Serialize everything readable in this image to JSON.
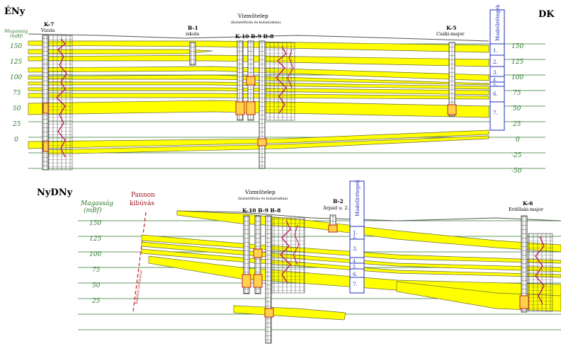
{
  "top": {
    "left_dir": "ÉNy",
    "right_dir": "DK",
    "y_title_1": "Magasság",
    "y_title_2": "(mBf)",
    "left_ticks": [
      "150",
      "125",
      "100",
      "75",
      "50",
      "25",
      "0"
    ],
    "right_ticks": [
      "150",
      "125",
      "100",
      "75",
      "50",
      "25",
      "0",
      "-25",
      "-50"
    ],
    "wells": {
      "k7": {
        "name": "K-7",
        "sub": "Vizsla"
      },
      "b1": {
        "name": "B-1",
        "sub": "iskola"
      },
      "waterworks": {
        "title": "Vízműtelep",
        "sub": "(kutatófúrás és kutatóakna)",
        "names": "K-10 B-9 B-8"
      },
      "k5": {
        "name": "K-5",
        "sub": "Csáki-major"
      }
    },
    "model_header": "Modellrétegek",
    "model_layers": [
      "1.",
      "2.",
      "3.",
      "4.",
      "5.",
      "6.",
      "7."
    ]
  },
  "bottom": {
    "left_dir": "NyDNy",
    "y_title_1": "Magasság",
    "y_title_2": "(mBf)",
    "ticks": [
      "150",
      "125",
      "100",
      "75",
      "50",
      "25"
    ],
    "pannon": [
      "Pannon",
      "kibúvás"
    ],
    "fault_label": "Kelebiai törésvonal",
    "wells": {
      "waterworks": {
        "title": "Vízműtelep",
        "sub": "(kutatófúrás és kutatóakna)",
        "names": "K-10 B-9 B-8"
      },
      "b2": {
        "name": "B-2",
        "sub": "Árpád u. 2."
      },
      "k6": {
        "name": "K-6",
        "sub": "Erdőlaki-major"
      }
    },
    "model_header": "Modellrétegek",
    "model_layers": [
      "1.",
      "2.",
      "3.",
      "4.",
      "5.",
      "6.",
      "7."
    ]
  },
  "colors": {
    "sand": "#ffff00",
    "sand_edge": "#6b6b3a",
    "grid": "#2f7a2f",
    "accent_blue": "#1f2fbf",
    "title_red": "#a0141e",
    "green_text": "#2f7a2f"
  }
}
